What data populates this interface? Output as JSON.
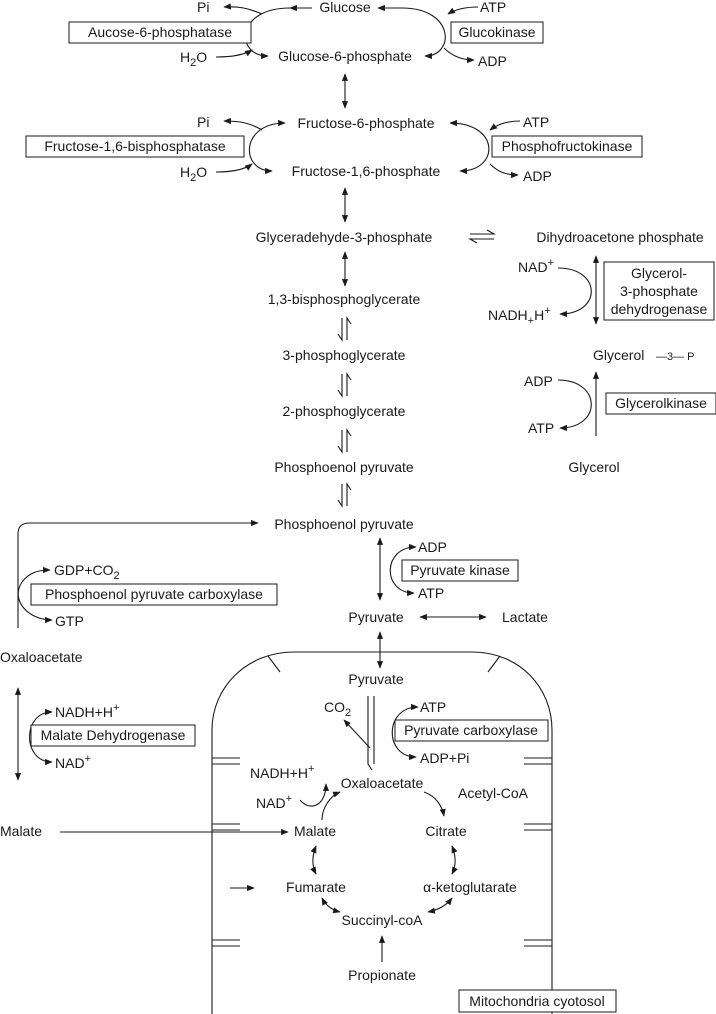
{
  "metabolites": {
    "glucose": "Glucose",
    "g6p": "Glucose-6-phosphate",
    "f6p": "Fructose-6-phosphate",
    "f16bp": "Fructose-1,6-phosphate",
    "gap": "Glyceradehyde-3-phosphate",
    "dhap": "Dihydroacetone phosphate",
    "bpg13": "1,3-bisphosphoglycerate",
    "pg3": "3-phosphoglycerate",
    "pg2": "2-phosphoglycerate",
    "pep1": "Phosphoenol pyruvate",
    "pep2": "Phosphoenol pyruvate",
    "pyruvate_cyto": "Pyruvate",
    "lactate": "Lactate",
    "oaa_cyto": "Oxaloacetate",
    "malate_cyto": "Malate",
    "pyruvate_mito": "Pyruvate",
    "oaa_mito": "Oxaloacetate",
    "malate_mito": "Malate",
    "citrate": "Citrate",
    "fumarate": "Fumarate",
    "akg": "α-ketoglutarate",
    "succinyl": "Succinyl-coA",
    "propionate": "Propionate",
    "glycerol_p": "Glycerol",
    "glycerol_p_suffix": "—3— P",
    "glycerol": "Glycerol",
    "acetyl_coa": "Acetyl-CoA"
  },
  "cofactors": {
    "pi_1": "Pi",
    "h2o_1": "H",
    "h2o_1_sub": "2",
    "h2o_1_end": "O",
    "atp_1": "ATP",
    "adp_1": "ADP",
    "pi_2": "Pi",
    "h2o_2": "H",
    "h2o_2_sub": "2",
    "h2o_2_end": "O",
    "atp_2": "ATP",
    "adp_2": "ADP",
    "nad_gly": "NAD",
    "nad_gly_sup": "+",
    "nadh_gly": "NADH",
    "nadh_gly_sub": "+",
    "nadh_gly_h": "H",
    "nadh_gly_sup": "+",
    "adp_gk": "ADP",
    "atp_gk": "ATP",
    "gdp_co2": "GDP+CO",
    "gdp_co2_sub": "2",
    "gtp": "GTP",
    "adp_pk": "ADP",
    "atp_pk": "ATP",
    "nadh_mdh": "NADH+H",
    "nadh_mdh_sup": "+",
    "nad_mdh": "NAD",
    "nad_mdh_sup": "+",
    "co2": "CO",
    "co2_sub": "2",
    "atp_pc": "ATP",
    "adp_pi_pc": "ADP+Pi",
    "nadh_tca": "NADH+H",
    "nadh_tca_sup": "+",
    "nad_tca": "NAD",
    "nad_tca_sup": "+"
  },
  "enzymes": {
    "g6pase": "Aucose-6-phosphatase",
    "glucokinase": "Glucokinase",
    "fbpase": "Fructose-1,6-bisphosphatase",
    "pfk": "Phosphofructokinase",
    "g3pdh_1": "Glycerol-",
    "g3pdh_2": "3-phosphate",
    "g3pdh_3": "dehydrogenase",
    "glycerolkinase": "Glycerolkinase",
    "pepck": "Phosphoenol pyruvate carboxylase",
    "pyruvate_kinase": "Pyruvate kinase",
    "mdh": "Malate Dehydrogenase",
    "pyruvate_carboxylase": "Pyruvate carboxylase"
  },
  "compartment_label": "Mitochondria cyotosol"
}
